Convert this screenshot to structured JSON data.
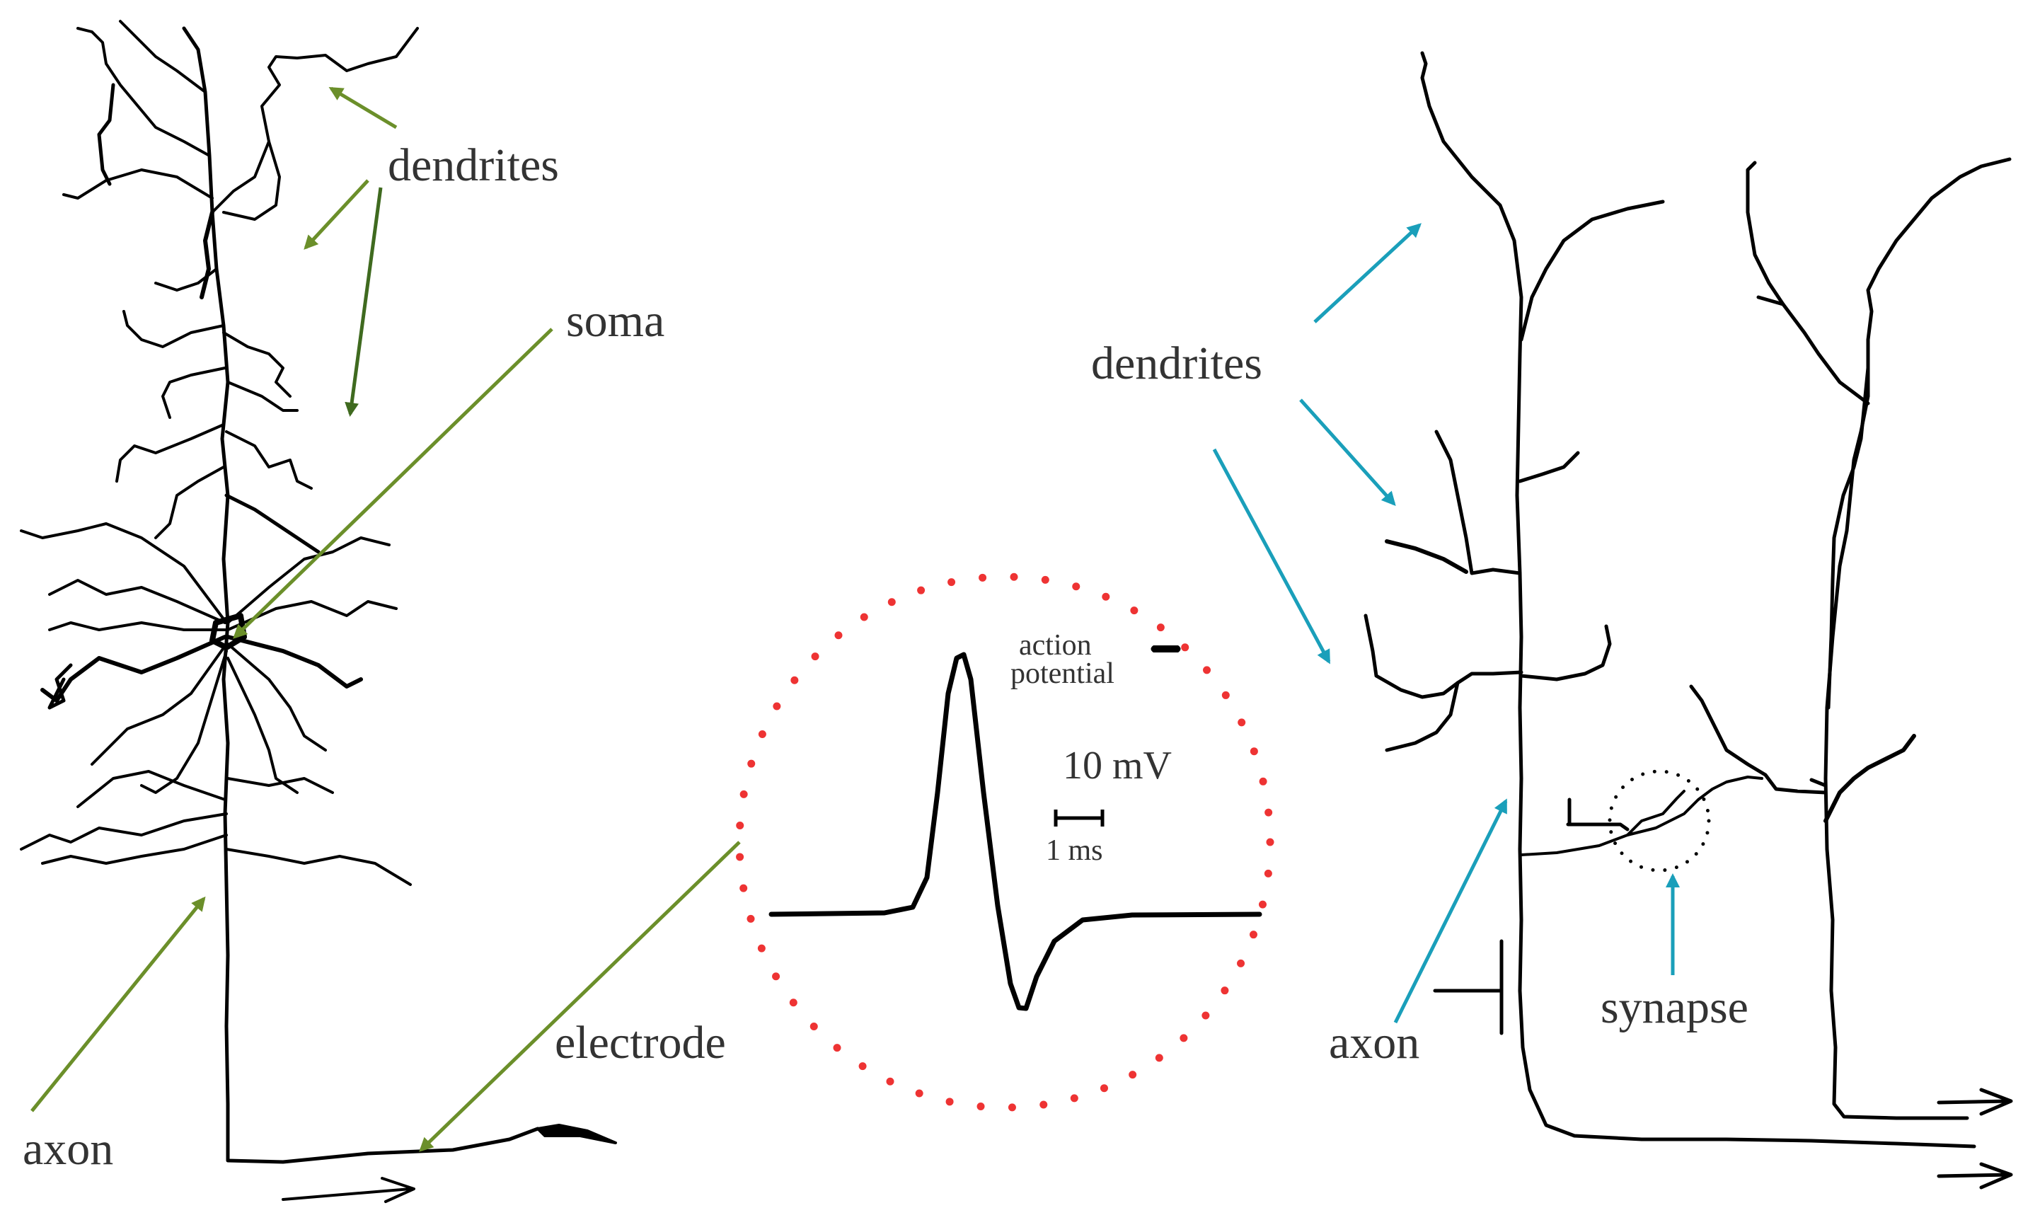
{
  "colors": {
    "left_arrows": "#6b8f2a",
    "right_arrows": "#1a9fba",
    "electrode_circle": "#ee3333",
    "ink": "#000000",
    "label_text": "#333333"
  },
  "left_neuron": {
    "labels": {
      "dendrites": "dendrites",
      "soma": "soma",
      "axon": "axon",
      "electrode": "electrode"
    }
  },
  "recording": {
    "action_potential_line1": "action",
    "action_potential_line2": "potential",
    "voltage_scale": "10 mV",
    "time_scale": "1 ms"
  },
  "right_neurons": {
    "labels": {
      "dendrites": "dendrites",
      "axon": "axon",
      "synapse": "synapse"
    }
  }
}
